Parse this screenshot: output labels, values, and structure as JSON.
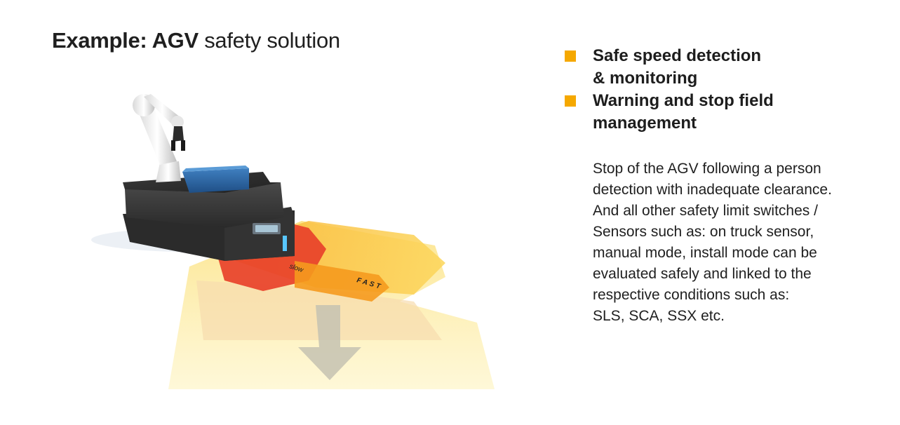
{
  "title": {
    "bold": "Example: AGV",
    "normal": "safety solution"
  },
  "illustration": {
    "slow_label": "slow",
    "fast_label": "FAST"
  },
  "features": [
    {
      "lines": [
        "Safe speed detection",
        "& monitoring"
      ]
    },
    {
      "lines": [
        "Warning and stop field",
        "management"
      ]
    }
  ],
  "description": {
    "lines": [
      "Stop of the AGV following a person",
      "detection with inadequate clearance.",
      "And all other safety limit switches /",
      "Sensors such as: on truck sensor,",
      "manual mode, install mode can be",
      "evaluated safely and linked to the",
      "respective conditions such as:",
      "SLS, SCA, SSX etc."
    ]
  },
  "colors": {
    "bullet": "#f5a800",
    "stop_field": "#e8412a",
    "warning_field": "#f7b52a",
    "outer_field": "#fbe98c",
    "text": "#1f1f1f"
  }
}
